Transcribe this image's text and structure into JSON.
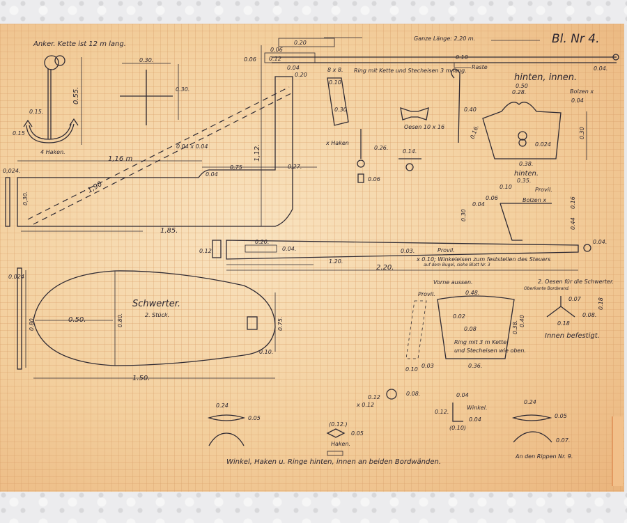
{
  "sheet": {
    "number": "Bl. Nr 4.",
    "total_length": "Ganze Länge: 2,20 m."
  },
  "anchor": {
    "title": "Anker. Kette ist 12 m lang.",
    "height": "0.55.",
    "arm": "0.15.",
    "fluke": "0.15",
    "hooks": "4 Haken.",
    "cross_w": "0.30.",
    "cross_h": "0.30."
  },
  "hull": {
    "len_116": "1,16 m",
    "len_190": "1,90",
    "len_185": "1,85.",
    "height_030": "0,30.",
    "height_112": "1,12.",
    "d075": "0,75",
    "d027": "0,27.",
    "d004": "0.04",
    "d0024": "0,024.",
    "beam": "0.04 x 0.04",
    "d020_top": "0.20",
    "d006": "0.06",
    "d012": "0.12",
    "d004b": "0.04",
    "d020b": "0.20",
    "d006b": "0.06",
    "d030b": "0.30"
  },
  "mast": {
    "ring_note": "Ring mit Kette und Stecheisen 3 m lang.",
    "size": "8 x 8.",
    "d010": "0.10",
    "haken": "x Haken",
    "d026": "0.26.",
    "d006": "0.06",
    "oesen": "Oesen 10 x 16",
    "d014": "0.14.",
    "d040": "0.40",
    "raste": "Raste",
    "d010b": "0.10",
    "d004": "0.04."
  },
  "rear_inner": {
    "title": "hinten, innen.",
    "w050": "0.50",
    "w028": "0.28.",
    "bolzen": "Bolzen x",
    "d004": "0.04",
    "h030": "0.30",
    "d016": "0.16.",
    "d0024": "0.024",
    "w038": "0.38."
  },
  "rear": {
    "title": "hinten.",
    "w035": "0.35.",
    "d010": "0.10",
    "provil": "Provil.",
    "bolzen": "Bolzen x",
    "d006": "0.06",
    "d004": "0.04",
    "h030": "0.30",
    "d016": "0.16",
    "d044": "0.44"
  },
  "rudder": {
    "d012": "0.12.",
    "d020": "0.20.",
    "d004": "0.04.",
    "provil": "Provil.",
    "d003": "0.03.",
    "len120": "1.20.",
    "len220": "2.20.",
    "note1": "x 0.10; Winkeleisen zum feststellen des Steuers",
    "note2": "auf dem Bugel, siehe Blatt Nr. 3",
    "d004b": "0.04."
  },
  "centerboard": {
    "title": "Schwerter.",
    "count": "2. Stück.",
    "w050": "0.50.",
    "h080": "0.80.",
    "h075": "0.75.",
    "d010": "0.10.",
    "len150": "1.50.",
    "side": "0.80.",
    "d0024": "0.024"
  },
  "front": {
    "title": "Vorne aussen.",
    "provil": "Provil.",
    "w048": "0.48.",
    "d002": "0.02",
    "d008": "0.08",
    "h038": "0.38.",
    "h040": "0.40",
    "note1": "Ring mit 3 m Kette",
    "note2": "und Stecheisen wie oben.",
    "w036": "0.36.",
    "d010": "0.10",
    "d003": "0.03"
  },
  "eyes": {
    "title": "2. Oesen für die Schwerter.",
    "edge": "Oberkante Bordwand.",
    "d007": "0.07",
    "d008": "0.08.",
    "d018": "0.18",
    "w018": "0.18",
    "inner": "Innen befestigt."
  },
  "fittings": {
    "ring_a": "0.12",
    "ring_b": "x 0.12",
    "ring_c": "0.08.",
    "cleat_w": "0.24",
    "cleat_h": "0.05",
    "hook_w": "(0.12.)",
    "hook_h": "0.05",
    "hook_label": "Haken.",
    "winkel": "Winkel.",
    "winkel_h": "0.12.",
    "winkel_a": "0.04",
    "winkel_b": "0.04",
    "winkel_c": "(0.10)",
    "rib_w": "0.24",
    "rib_h": "0.05",
    "rib_h2": "0.07.",
    "rib_label": "An den Rippen Nr. 9.",
    "footer": "Winkel, Haken u. Ringe hinten, innen an beiden Bordwänden."
  }
}
